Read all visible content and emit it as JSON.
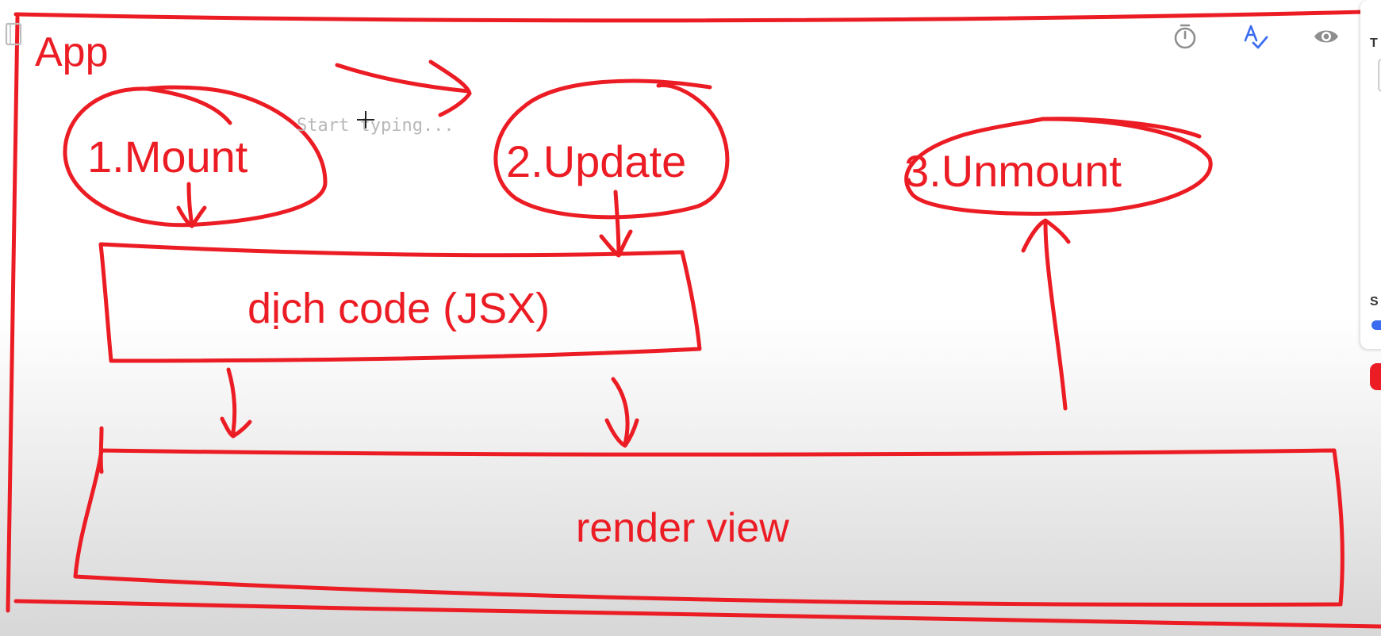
{
  "whiteboard": {
    "labels": {
      "app": "App",
      "mount": "1.Mount",
      "update": "2.Update",
      "unmount": "3.Unmount",
      "jsx_box": "dịch code (JSX)",
      "render_box": "render view"
    },
    "text_input": {
      "placeholder": "Start typing..."
    },
    "ink_color": "#ec1c24"
  },
  "toolbar": {
    "icons": [
      "timer-icon",
      "spellcheck-icon",
      "eye-icon"
    ],
    "colors": {
      "timer": "#8e8e8e",
      "spellcheck": "#3b6cf0",
      "eye": "#8e8e8e"
    }
  },
  "side_panel": {
    "labels": {
      "top": "T",
      "bottom": "S"
    },
    "slider_color": "#3b6cf0"
  }
}
